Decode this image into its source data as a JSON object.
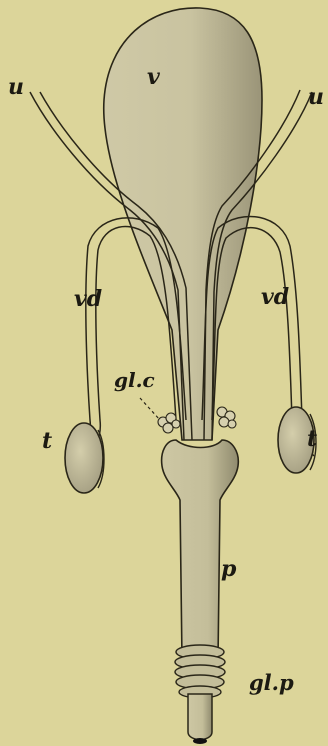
{
  "figure": {
    "labels": {
      "bladder": "v",
      "ureter_left": "u",
      "ureter_right": "u",
      "vas_deferens_left": "vd",
      "vas_deferens_right": "vd",
      "cowpers_glands": "gl.c",
      "testis_left": "t",
      "testis_right": "t",
      "penis": "p",
      "glans_penis": "gl.p"
    },
    "colors": {
      "paper": "#dcd59a",
      "organ_fill": "#c9c3a0",
      "ink": "#1c1a12"
    }
  }
}
